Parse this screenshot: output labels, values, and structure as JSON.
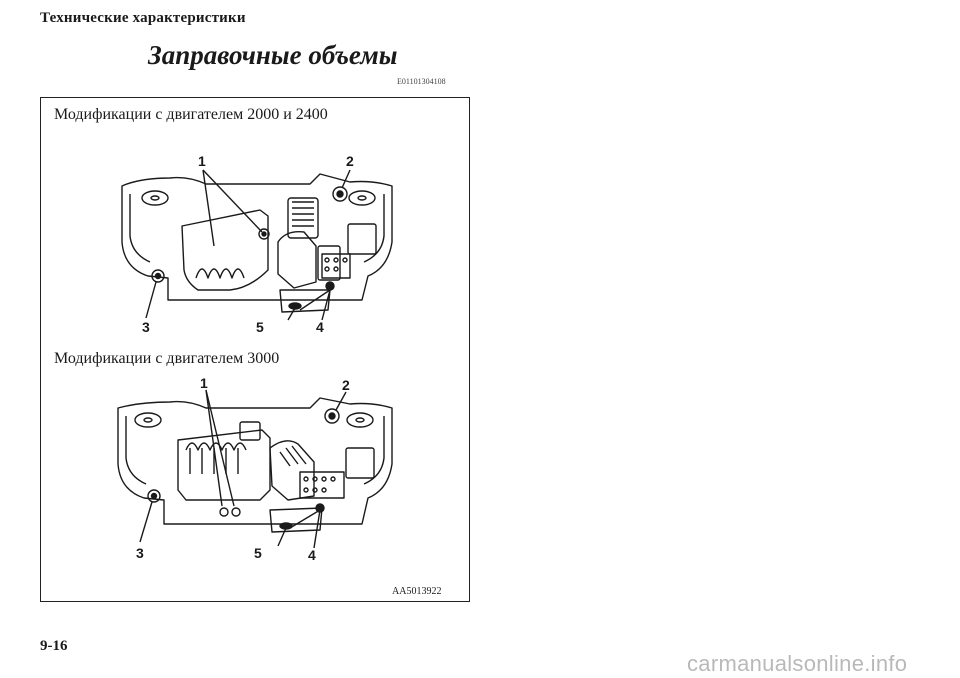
{
  "header": {
    "section": "Технические характеристики",
    "title": "Заправочные объемы",
    "ref_code": "E01101304108"
  },
  "figure": {
    "diagram_a": {
      "subtitle": "Модификации с двигателем 2000 и 2400",
      "callouts": [
        "1",
        "2",
        "3",
        "5",
        "4"
      ]
    },
    "diagram_b": {
      "subtitle": "Модификации с двигателем 3000",
      "callouts": [
        "1",
        "2",
        "3",
        "5",
        "4"
      ]
    },
    "code": "AA5013922"
  },
  "footer": {
    "page_number": "9-16",
    "watermark": "carmanualsonline.info"
  }
}
